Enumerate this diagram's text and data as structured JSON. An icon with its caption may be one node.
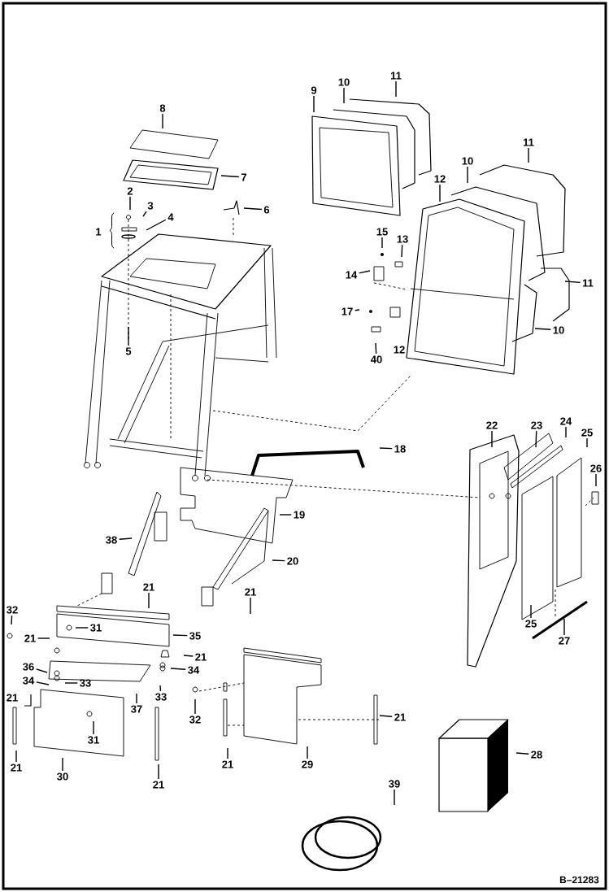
{
  "diagram": {
    "nodes": [
      {
        "text": [
          "8"
        ]
      },
      {
        "text": [
          "11"
        ]
      },
      {
        "text": [
          "10"
        ]
      },
      {
        "text": [
          "9"
        ]
      },
      {
        "text": [
          "11"
        ]
      },
      {
        "text": [
          "10"
        ]
      },
      {
        "text": [
          "7"
        ]
      },
      {
        "text": [
          "12"
        ]
      },
      {
        "text": [
          "2"
        ]
      },
      {
        "text": [
          "3"
        ]
      },
      {
        "text": [
          "6"
        ]
      },
      {
        "text": [
          "4"
        ]
      },
      {
        "text": [
          "1"
        ]
      },
      {
        "text": [
          "15"
        ]
      },
      {
        "text": [
          "13"
        ]
      },
      {
        "text": [
          "14"
        ]
      },
      {
        "text": [
          "11"
        ]
      },
      {
        "text": [
          "17"
        ]
      },
      {
        "text": [
          "10"
        ]
      },
      {
        "text": [
          "12"
        ]
      },
      {
        "text": [
          "5"
        ]
      },
      {
        "text": [
          "40"
        ]
      },
      {
        "text": [
          "24"
        ]
      },
      {
        "text": [
          "22"
        ]
      },
      {
        "text": [
          "23"
        ]
      },
      {
        "text": [
          "25"
        ]
      },
      {
        "text": [
          "18"
        ]
      },
      {
        "text": [
          "26"
        ]
      },
      {
        "text": [
          "19"
        ]
      },
      {
        "text": [
          "38"
        ]
      },
      {
        "text": [
          "20"
        ]
      },
      {
        "text": [
          "21"
        ]
      },
      {
        "text": [
          "21"
        ]
      },
      {
        "text": [
          "32"
        ]
      },
      {
        "text": [
          "25"
        ]
      },
      {
        "text": [
          "31"
        ]
      },
      {
        "text": [
          "35"
        ]
      },
      {
        "text": [
          "21"
        ]
      },
      {
        "text": [
          "27"
        ]
      },
      {
        "text": [
          "21"
        ]
      },
      {
        "text": [
          "36"
        ]
      },
      {
        "text": [
          "34"
        ]
      },
      {
        "text": [
          "34"
        ]
      },
      {
        "text": [
          "33"
        ]
      },
      {
        "text": [
          "21"
        ]
      },
      {
        "text": [
          "33"
        ]
      },
      {
        "text": [
          "37"
        ]
      },
      {
        "text": [
          "21"
        ]
      },
      {
        "text": [
          "32"
        ]
      },
      {
        "text": [
          "31"
        ]
      },
      {
        "text": [
          "28"
        ]
      },
      {
        "text": [
          "21"
        ]
      },
      {
        "text": [
          "29"
        ]
      },
      {
        "text": [
          "21"
        ]
      },
      {
        "text": [
          "30"
        ]
      },
      {
        "text": [
          "39"
        ]
      },
      {
        "text": [
          "21"
        ]
      }
    ],
    "edges": [
      {
        "from": 0,
        "to": null,
        "arrow": "none"
      },
      {
        "from": 1,
        "to": null,
        "arrow": "none"
      },
      {
        "from": 2,
        "to": null,
        "arrow": "none"
      },
      {
        "from": 3,
        "to": null,
        "arrow": "none"
      },
      {
        "from": 4,
        "to": null,
        "arrow": "none"
      },
      {
        "from": 5,
        "to": null,
        "arrow": "none"
      },
      {
        "from": 6,
        "to": null,
        "arrow": "none"
      },
      {
        "from": 7,
        "to": null,
        "arrow": "none"
      },
      {
        "from": 8,
        "to": null,
        "arrow": "none"
      },
      {
        "from": 9,
        "to": null,
        "arrow": "none"
      },
      {
        "from": 10,
        "to": null,
        "arrow": "none"
      },
      {
        "from": 11,
        "to": null,
        "arrow": "none"
      },
      {
        "from": 13,
        "to": null,
        "arrow": "none"
      },
      {
        "from": 14,
        "to": null,
        "arrow": "none"
      },
      {
        "from": 15,
        "to": null,
        "arrow": "none"
      },
      {
        "from": 16,
        "to": null,
        "arrow": "none"
      },
      {
        "from": 17,
        "to": null,
        "arrow": "none"
      },
      {
        "from": 18,
        "to": null,
        "arrow": "none"
      },
      {
        "from": 20,
        "to": null,
        "arrow": "none"
      },
      {
        "from": 21,
        "to": null,
        "arrow": "none"
      },
      {
        "from": 22,
        "to": null,
        "arrow": "none"
      },
      {
        "from": 23,
        "to": null,
        "arrow": "none"
      },
      {
        "from": 24,
        "to": null,
        "arrow": "none"
      },
      {
        "from": 25,
        "to": null,
        "arrow": "none"
      },
      {
        "from": 26,
        "to": null,
        "arrow": "none"
      },
      {
        "from": 27,
        "to": null,
        "arrow": "none"
      },
      {
        "from": 28,
        "to": null,
        "arrow": "none"
      },
      {
        "from": 29,
        "to": null,
        "arrow": "none"
      },
      {
        "from": 30,
        "to": null,
        "arrow": "none"
      },
      {
        "from": 31,
        "to": null,
        "arrow": "none"
      },
      {
        "from": 32,
        "to": null,
        "arrow": "none"
      },
      {
        "from": 33,
        "to": null,
        "arrow": "none"
      },
      {
        "from": 34,
        "to": null,
        "arrow": "none"
      },
      {
        "from": 35,
        "to": null,
        "arrow": "none"
      },
      {
        "from": 36,
        "to": null,
        "arrow": "none"
      },
      {
        "from": 37,
        "to": null,
        "arrow": "none"
      },
      {
        "from": 38,
        "to": null,
        "arrow": "none"
      },
      {
        "from": 39,
        "to": null,
        "arrow": "none"
      },
      {
        "from": 40,
        "to": null,
        "arrow": "none"
      },
      {
        "from": 41,
        "to": null,
        "arrow": "none"
      },
      {
        "from": 42,
        "to": null,
        "arrow": "none"
      },
      {
        "from": 43,
        "to": null,
        "arrow": "none"
      },
      {
        "from": 45,
        "to": null,
        "arrow": "none"
      },
      {
        "from": 46,
        "to": null,
        "arrow": "none"
      },
      {
        "from": 47,
        "to": null,
        "arrow": "none"
      },
      {
        "from": 48,
        "to": null,
        "arrow": "none"
      },
      {
        "from": 49,
        "to": null,
        "arrow": "none"
      },
      {
        "from": 50,
        "to": null,
        "arrow": "none"
      },
      {
        "from": 51,
        "to": null,
        "arrow": "none"
      },
      {
        "from": 52,
        "to": null,
        "arrow": "none"
      },
      {
        "from": 53,
        "to": null,
        "arrow": "none"
      },
      {
        "from": 54,
        "to": null,
        "arrow": "none"
      },
      {
        "from": 55,
        "to": null,
        "arrow": "none"
      },
      {
        "from": 56,
        "to": null,
        "arrow": "none"
      }
    ],
    "labels": [
      "B–21283"
    ]
  }
}
